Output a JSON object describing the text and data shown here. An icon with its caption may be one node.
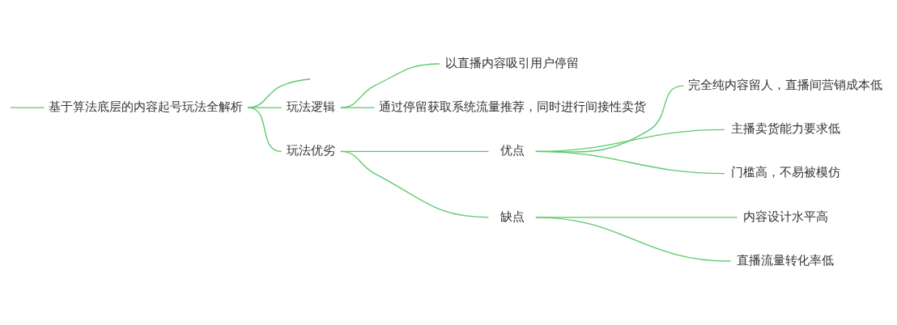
{
  "diagram": {
    "nodes": [
      {
        "text": [
          "基于算法底层的内容起号玩法全解析"
        ]
      },
      {
        "text": [
          "玩法逻辑"
        ]
      },
      {
        "text": [
          "以直播内容吸引用户停留"
        ]
      },
      {
        "text": [
          "通过停留获取系统流量推荐，同时进行间接性卖货"
        ]
      },
      {
        "text": [
          "玩法优劣"
        ]
      },
      {
        "text": [
          "优点"
        ]
      },
      {
        "text": [
          "完全纯内容留人，直播间营销成本低"
        ]
      },
      {
        "text": [
          "主播卖货能力要求低"
        ]
      },
      {
        "text": [
          "门槛高，不易被模仿"
        ]
      },
      {
        "text": [
          "缺点"
        ]
      },
      {
        "text": [
          "内容设计水平高"
        ]
      },
      {
        "text": [
          "直播流量转化率低"
        ]
      }
    ],
    "edges": [
      {
        "from": null,
        "to": 0,
        "arrow": "none"
      },
      {
        "from": 0,
        "to": null,
        "arrow": "none"
      },
      {
        "from": 0,
        "to": 1,
        "arrow": "none"
      },
      {
        "from": 1,
        "to": 2,
        "arrow": "none"
      },
      {
        "from": 1,
        "to": 3,
        "arrow": "none"
      },
      {
        "from": 0,
        "to": 4,
        "arrow": "none"
      },
      {
        "from": 4,
        "to": 5,
        "arrow": "none"
      },
      {
        "from": 5,
        "to": 6,
        "arrow": "none"
      },
      {
        "from": 5,
        "to": 7,
        "arrow": "none"
      },
      {
        "from": 5,
        "to": 8,
        "arrow": "none"
      },
      {
        "from": 4,
        "to": 9,
        "arrow": "none"
      },
      {
        "from": 9,
        "to": 10,
        "arrow": "none"
      },
      {
        "from": 9,
        "to": 11,
        "arrow": "none"
      }
    ]
  }
}
